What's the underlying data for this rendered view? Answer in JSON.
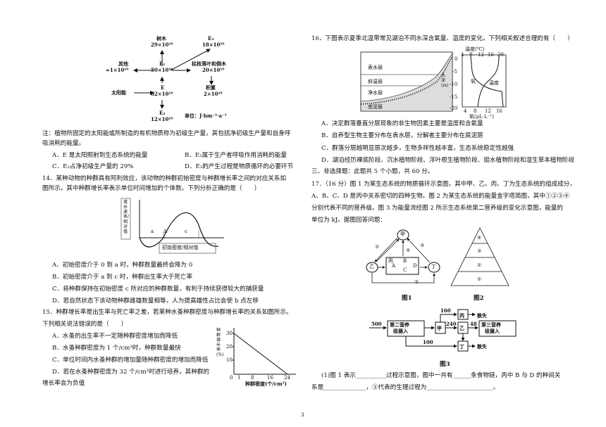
{
  "page_number": "3",
  "energy_diagram": {
    "shrub": "树木",
    "shrub_val": "29×10¹⁰",
    "e3": "E₃",
    "e3_val": "18×10¹⁰",
    "other": "其他",
    "other_val": "≈1×10¹⁰",
    "e1": "E₁",
    "e1_val": "50×10¹⁰",
    "litter": "枯枝落叶和倒木",
    "litter_val": "20×10¹⁰",
    "e": "E",
    "sun": "太阳能",
    "e_val": "62×10¹⁰",
    "accum": "积累",
    "accum_val": "2×10¹⁰",
    "e2": "E₂",
    "e2_val": "12×10¹⁰",
    "unit": "单位：J·hm⁻²·a⁻¹"
  },
  "note_line1": "注：植物所固定的太阳能或所制造的有机物质称为初级生产量，其包括净初级生产量和自身呼",
  "note_line2": "吸消耗的能量。",
  "q13": {
    "a": "A．E 是太阳照射到生态系统的能量",
    "b": "B．E₂属于生产者呼吸作用消耗的能量",
    "c": "C．E₂占净初级生产量的 29%",
    "d": "D．E₃的产生过程是物质循环的必要环节"
  },
  "q14": {
    "stem1": "14．某种动物的种群具有阿利效应，该动物的种群初始密度与种群增长率之间的对应关系如",
    "stem2": "图所示。其中种群增长率表示单位时间增加的个体数。下列分析正确的是（　　）",
    "ylabel": "增长速率/相对值",
    "xlabel": "初始密度/相对值",
    "pa": "a",
    "pb": "b",
    "pc": "c",
    "a": "A．初始密度介于 0 到 a 时，种群数量最终会降为 0",
    "b": "B．初始密度介于 a 到 c 时，种群出生率大于死亡率",
    "c": "C．将种群保持在初始密度 c 所对应的种群数量，有利于持续获得较大的捕获量",
    "d": "D．若自然状态下该动物种群雌雄数量相等，人为提高雄性占比会使 b 点左移"
  },
  "q15": {
    "stem1": "15．种群增长率是出生率与死亡率之差，若某种水蚤种群密度与种群增长率的关系如图所示。",
    "stem2": "下列相关说法错误的是（　　）",
    "a": "A．水蚤的出生率不一定随种群密度增加而降低",
    "b": "B．水蚤种群密度为 1 个/cm³时，种群数量最快",
    "c": "C．单位时间内水蚤种群的增加量随种群密度的增加而降低",
    "d1": "D．若在水蚤种群密度为 32 个/cm³时进行培养，其种群的",
    "d2": "增长率会为负值",
    "ylabel": "种群增长率(%)",
    "y30": "30",
    "y20": "20",
    "y10": "10",
    "x0": "0",
    "x1": "1",
    "x8": "8",
    "x16": "16",
    "x24": "24",
    "xlabel": "种群密度(个/cm³)"
  },
  "q16": {
    "stem": "16．下图表示夏季北温带常见湖泊不同水深含氧量、温度的变化。下列相关叙述合理的有（　　）",
    "temp_label": "温度(℃)",
    "t_ticks": [
      "4",
      "8",
      "12",
      "16",
      "20"
    ],
    "depth_label": "水深(m)",
    "d_ticks": [
      "0",
      "-5",
      "-10",
      "-15",
      "-20"
    ],
    "o_ticks": [
      "4",
      "8",
      "12",
      "16"
    ],
    "oxygen_label": "氧(μL·L⁻¹)",
    "layer1": "表水层",
    "layer2": "斜温层",
    "layer3": "净水层",
    "layer4": "底泥层",
    "curve_oxygen": "氧",
    "curve_temp": "温度",
    "a": "A．决定群落垂直分层现象的非生物因素主要是温度和含氧量",
    "b": "B．自养型生物主要分布在表水层，分解者主要分布在底泥层",
    "c": "C．群落分层越明显层次越多，生物多样性越丰富，生态系统稳定性越强",
    "d": "D．湖泊经历裸底阶段、沉水植物阶段、浮叶根生植物阶段、挺水植物阶段和湿生草本植物阶段"
  },
  "section3": "三、非选择题：此题共 5 个小题，共 60 分。",
  "q17": {
    "l1": "17．（16 分）图 1 为某生态系统的物质循环示意图，其中甲、乙、丙、丁为生态系统的组成成分，",
    "l2": "A、B、C、D 是丙中关系密切的四种生物。图 2 为某生态系统的能量金字塔简图，其中①②③④",
    "l3": "分别代表不同的营养级。图 3 为能量流经图 2 所示生态系统第二营养级的变化示意图，能量的",
    "l4": "单位为 kJ。据图回答问题：",
    "fig1": {
      "jia": "甲",
      "yi": "乙",
      "bing": "丙",
      "ding": "丁",
      "A": "A",
      "B": "B",
      "C": "C",
      "D": "D",
      "n1": "①",
      "n2": "②",
      "n3": "③",
      "n4": "④",
      "caption": "图1"
    },
    "fig2": {
      "n1": "①",
      "n2": "②",
      "n3": "③",
      "n4": "④",
      "caption": "图2"
    },
    "fig3": {
      "v500": "500",
      "box1a": "第二营养",
      "box1b": "级摄入",
      "jia": "甲",
      "yi": "乙",
      "bing": "丙",
      "ding": "丁",
      "v160": "160",
      "v240": "240",
      "v48": "48",
      "v100": "100",
      "loss1": "散失",
      "loss2": "散失",
      "box2a": "第三营养",
      "box2b": "级摄入",
      "caption": "图3"
    },
    "q1a": "(1)图 1 表示__________过程示意图，图中一共有______条食物链，丙中 B 与 D 的种间关",
    "q1b": "系是______________，③代表的生理过程为______________________。"
  }
}
